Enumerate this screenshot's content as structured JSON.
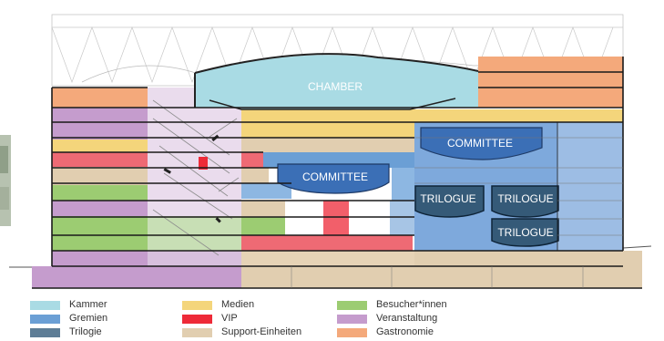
{
  "labels": {
    "chamber": "CHAMBER",
    "committee_upper": "COMMITTEE",
    "committee_lower": "COMMITTEE",
    "trilogue_1": "TRILOGUE",
    "trilogue_2": "TRILOGUE",
    "trilogue_3": "TRILOGUE"
  },
  "legend": [
    {
      "key": "kammer",
      "label": "Kammer",
      "color": "#a9dbe4"
    },
    {
      "key": "gremien",
      "label": "Gremien",
      "color": "#6b9fd5"
    },
    {
      "key": "trilogie",
      "label": "Trilogie",
      "color": "#5e7d96"
    },
    {
      "key": "medien",
      "label": "Medien",
      "color": "#f4d57b"
    },
    {
      "key": "vip",
      "label": "VIP",
      "color": "#ee2a38"
    },
    {
      "key": "support",
      "label": "Support-Einheiten",
      "color": "#e1ceb0"
    },
    {
      "key": "besucher",
      "label": "Besucher*innen",
      "color": "#9ccc72"
    },
    {
      "key": "veranstaltung",
      "label": "Veranstaltung",
      "color": "#c59ccd"
    },
    {
      "key": "gastronomie",
      "label": "Gastronomie",
      "color": "#f4a97b"
    }
  ]
}
